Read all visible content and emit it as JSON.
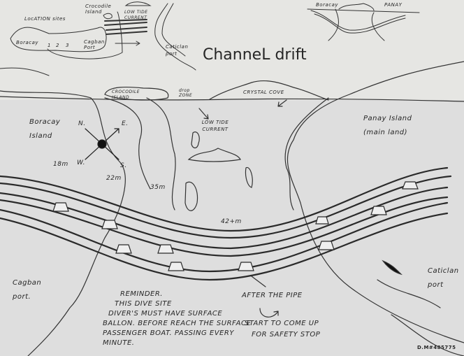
{
  "title": "ChanneL drift",
  "inset_map": {
    "label": "LocATION sites",
    "boracay": "Boracay",
    "sites": [
      "1",
      "2",
      "3"
    ],
    "crocodile_island": "Crocodile Island",
    "low_tide_current": "LOW TIDE CURRENT",
    "cagban_port": "Cagban Port",
    "caticlan_port": "Caticlan port"
  },
  "profile_inset": {
    "boracay": "Boracay",
    "panay": "PANAY"
  },
  "landmarks": {
    "crocodile_island": "CROCODILE ISLAND",
    "drop_zone": "drop ZONE",
    "crystal_cove": "CRYSTAL COVE",
    "low_tide_current": "LOW TIDE CURRENT",
    "boracay_island": "Boracay Island",
    "panay_island": "Panay Island (main land)",
    "cagban_port": "Cagban port.",
    "caticlan_port": "Caticlan port"
  },
  "compass": {
    "n": "N.",
    "e": "E.",
    "w": "W.",
    "s": "S."
  },
  "depths": [
    "18m",
    "22m",
    "35m",
    "42+m"
  ],
  "reminder": {
    "heading": "REMINDER.",
    "lines": [
      "THIS DIVE SITE",
      "DIVER'S MUST HAVE SURFACE",
      "BALLON. BEFORE REACH THE SURFACE",
      "PASSENGER BOAT. PASSING EVERY",
      "MINUTE."
    ]
  },
  "after_pipe": {
    "heading": "AFTER THE PIPE",
    "line1": "START TO COME UP",
    "line2": "FOR SAFETY STOP"
  },
  "signature": "D.M#485775"
}
